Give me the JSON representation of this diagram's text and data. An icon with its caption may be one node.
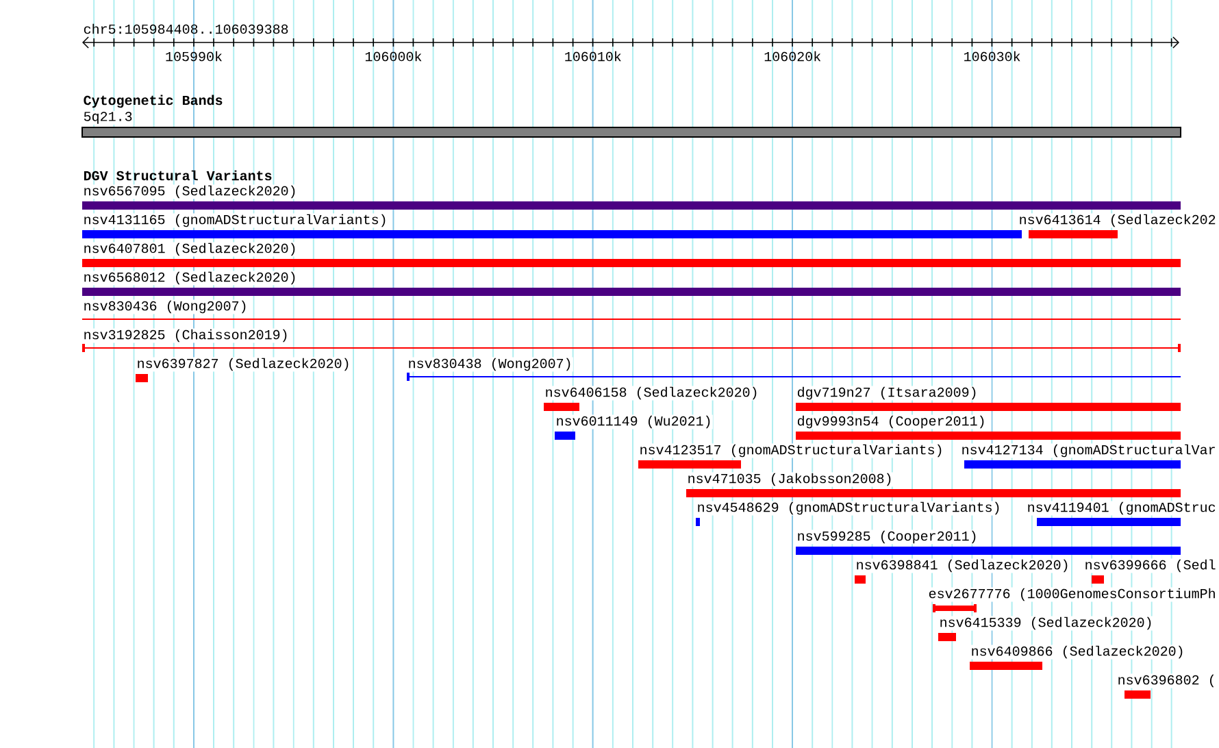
{
  "diagram": {
    "nodes": [
      {
        "text": [
          "5q21.3"
        ]
      },
      {
        "text": [
          "nsv6567095 (Sedlazeck2020)"
        ]
      },
      {
        "text": [
          "nsv4131165 (gnomADStructuralVariants)"
        ]
      },
      {
        "text": [
          "nsv6413614 (Sedlazeck202"
        ]
      },
      {
        "text": [
          "nsv6407801 (Sedlazeck2020)"
        ]
      },
      {
        "text": [
          "nsv6568012 (Sedlazeck2020)"
        ]
      },
      {
        "text": [
          "nsv830436 (Wong2007)"
        ]
      },
      {
        "text": [
          "nsv3192825 (Chaisson2019)"
        ]
      },
      {
        "text": [
          "nsv6397827 (Sedlazeck2020)"
        ]
      },
      {
        "text": [
          "nsv830438 (Wong2007)"
        ]
      },
      {
        "text": [
          "nsv6406158 (Sedlazeck2020)"
        ]
      },
      {
        "text": [
          "dgv719n27 (Itsara2009)"
        ]
      },
      {
        "text": [
          "nsv6011149 (Wu2021)"
        ]
      },
      {
        "text": [
          "dgv9993n54 (Cooper2011)"
        ]
      },
      {
        "text": [
          "nsv4123517 (gnomADStructuralVariants)"
        ]
      },
      {
        "text": [
          "nsv4127134 (gnomADStructuralVar"
        ]
      },
      {
        "text": [
          "nsv471035 (Jakobsson2008)"
        ]
      },
      {
        "text": [
          "nsv4548629 (gnomADStructuralVariants)"
        ]
      },
      {
        "text": [
          "nsv4119401 (gnomADStruc"
        ]
      },
      {
        "text": [
          "nsv599285 (Cooper2011)"
        ]
      },
      {
        "text": [
          "nsv6398841 (Sedlazeck2020)"
        ]
      },
      {
        "text": [
          "nsv6399666 (Sedl"
        ]
      },
      {
        "text": [
          "esv2677776 (1000GenomesConsortiumPh"
        ]
      },
      {
        "text": [
          "nsv6415339 (Sedlazeck2020)"
        ]
      },
      {
        "text": [
          "nsv6409866 (Sedlazeck2020)"
        ]
      },
      {
        "text": [
          "nsv6396802 ("
        ]
      }
    ],
    "labels": [
      "chr5:105984408..106039388",
      "105990k",
      "106000k",
      "106010k",
      "106020k",
      "106030k",
      "Cytogenetic Bands",
      "DGV Structural Variants"
    ]
  }
}
